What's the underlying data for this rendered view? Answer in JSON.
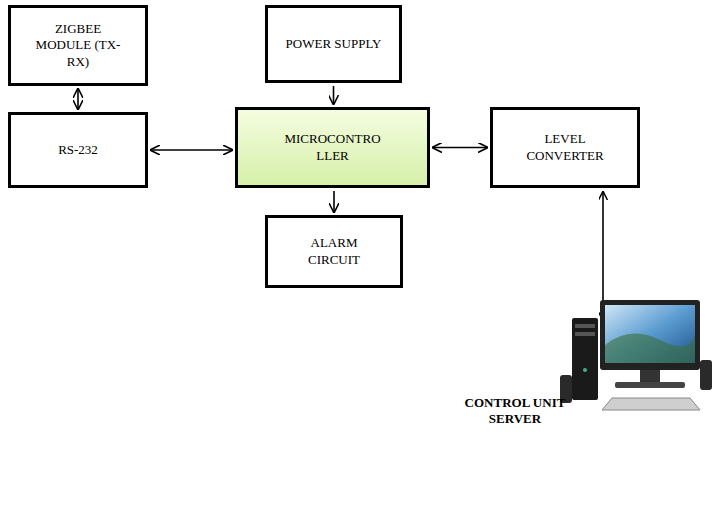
{
  "diagram": {
    "nodes": [
      {
        "text": [
          "ZIGBEE MODULE (TX-RX)"
        ]
      },
      {
        "text": [
          "POWER SUPPLY"
        ]
      },
      {
        "text": [
          "RS-232"
        ]
      },
      {
        "text": [
          "MICROCONTRO LLER"
        ]
      },
      {
        "text": [
          "LEVEL CONVERTER"
        ]
      },
      {
        "text": [
          "ALARM CIRCUIT"
        ]
      }
    ],
    "edges": [
      {
        "from": 0,
        "to": 2,
        "arrow": "both"
      },
      {
        "from": 1,
        "to": 3,
        "arrow": "to"
      },
      {
        "from": 2,
        "to": 3,
        "arrow": "both"
      },
      {
        "from": 3,
        "to": 4,
        "arrow": "both"
      },
      {
        "from": 3,
        "to": 5,
        "arrow": "to"
      }
    ],
    "labels": [
      "CONTROL UNIT SERVER"
    ]
  }
}
